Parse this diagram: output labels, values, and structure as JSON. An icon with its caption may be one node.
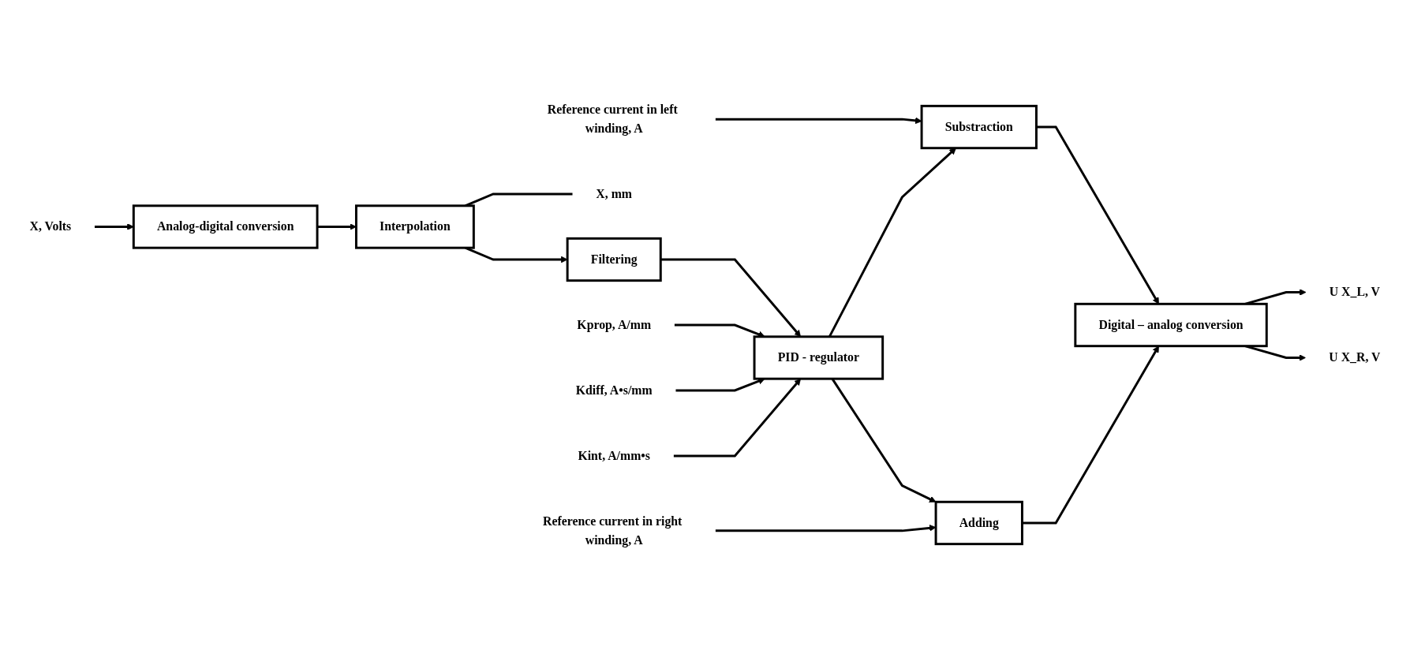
{
  "diagram": {
    "nodes": [
      {
        "text": [
          "X, Volts"
        ]
      },
      {
        "text": [
          "Analog-digital conversion"
        ]
      },
      {
        "text": [
          "Interpolation"
        ]
      },
      {
        "text": [
          "Filtering"
        ]
      },
      {
        "text": [
          "X, mm"
        ]
      },
      {
        "text": [
          "PID - regulator"
        ]
      },
      {
        "text": [
          "Kprop, A/mm"
        ]
      },
      {
        "text": [
          "Kdiff, A•s/mm"
        ]
      },
      {
        "text": [
          "Kint, A/mm•s"
        ]
      },
      {
        "text": [
          "Reference current in left winding, A"
        ]
      },
      {
        "text": [
          "Substraction"
        ]
      },
      {
        "text": [
          "Reference current in right winding, A"
        ]
      },
      {
        "text": [
          "Adding"
        ]
      },
      {
        "text": [
          "Digital – analog conversion"
        ]
      },
      {
        "text": [
          "U X_L, V"
        ]
      },
      {
        "text": [
          "U X_R, V"
        ]
      }
    ],
    "edges": [
      {
        "from": 0,
        "to": 1,
        "arrow": "to"
      },
      {
        "from": 1,
        "to": 2,
        "arrow": "to"
      },
      {
        "from": 2,
        "to": 3,
        "arrow": "to"
      },
      {
        "from": 2,
        "to": 4,
        "arrow": "none"
      },
      {
        "from": 3,
        "to": 5,
        "arrow": "to"
      },
      {
        "from": 6,
        "to": 5,
        "arrow": "to"
      },
      {
        "from": 7,
        "to": 5,
        "arrow": "to"
      },
      {
        "from": 8,
        "to": 5,
        "arrow": "to"
      },
      {
        "from": 9,
        "to": 10,
        "arrow": "to"
      },
      {
        "from": 5,
        "to": 10,
        "arrow": "to"
      },
      {
        "from": 5,
        "to": 12,
        "arrow": "to"
      },
      {
        "from": 11,
        "to": 12,
        "arrow": "to"
      },
      {
        "from": 10,
        "to": 13,
        "arrow": "to"
      },
      {
        "from": 12,
        "to": 13,
        "arrow": "to"
      },
      {
        "from": 13,
        "to": 14,
        "arrow": "to"
      },
      {
        "from": 13,
        "to": 15,
        "arrow": "to"
      }
    ]
  }
}
